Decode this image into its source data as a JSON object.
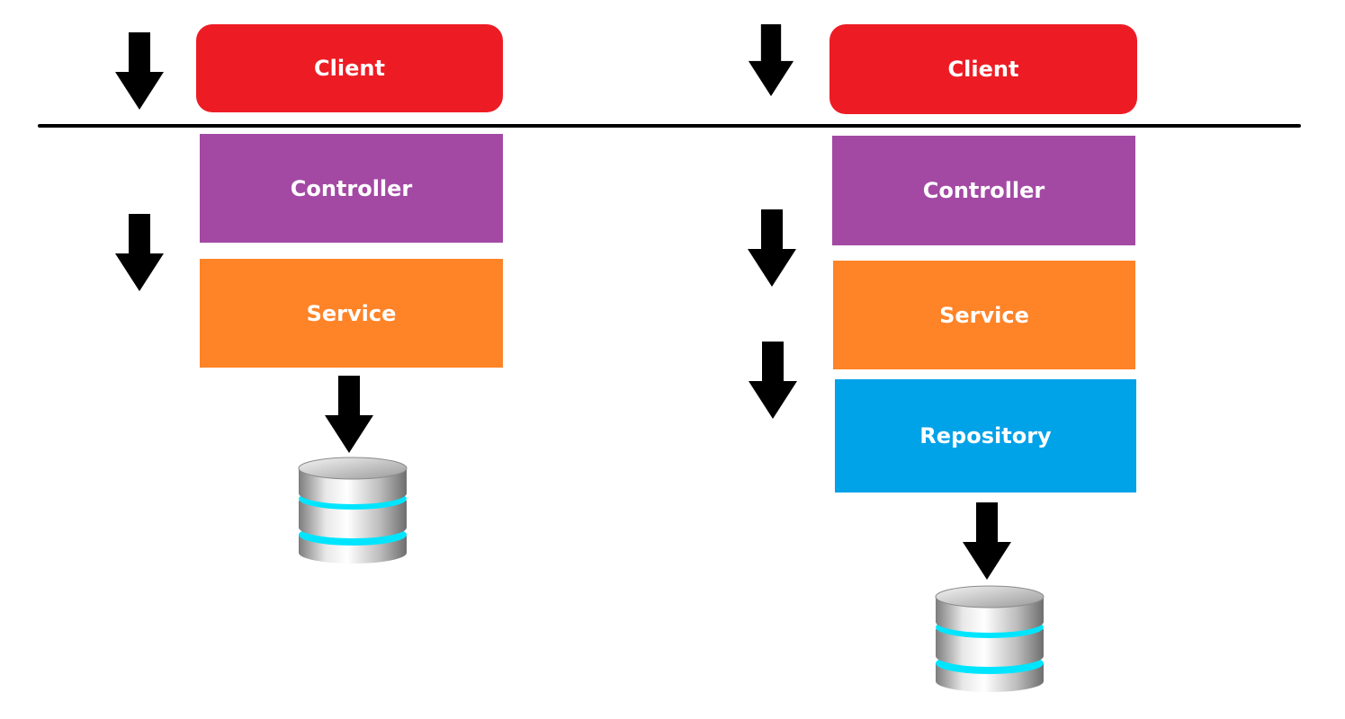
{
  "colors": {
    "client": "#ED1C24",
    "controller": "#A349A4",
    "service": "#FF8327",
    "repository": "#00A2E8",
    "arrow": "#000000",
    "divider": "#000000"
  },
  "left_stack": {
    "client_label": "Client",
    "controller_label": "Controller",
    "service_label": "Service",
    "database_icon": "database-icon"
  },
  "right_stack": {
    "client_label": "Client",
    "controller_label": "Controller",
    "service_label": "Service",
    "repository_label": "Repository",
    "database_icon": "database-icon"
  }
}
